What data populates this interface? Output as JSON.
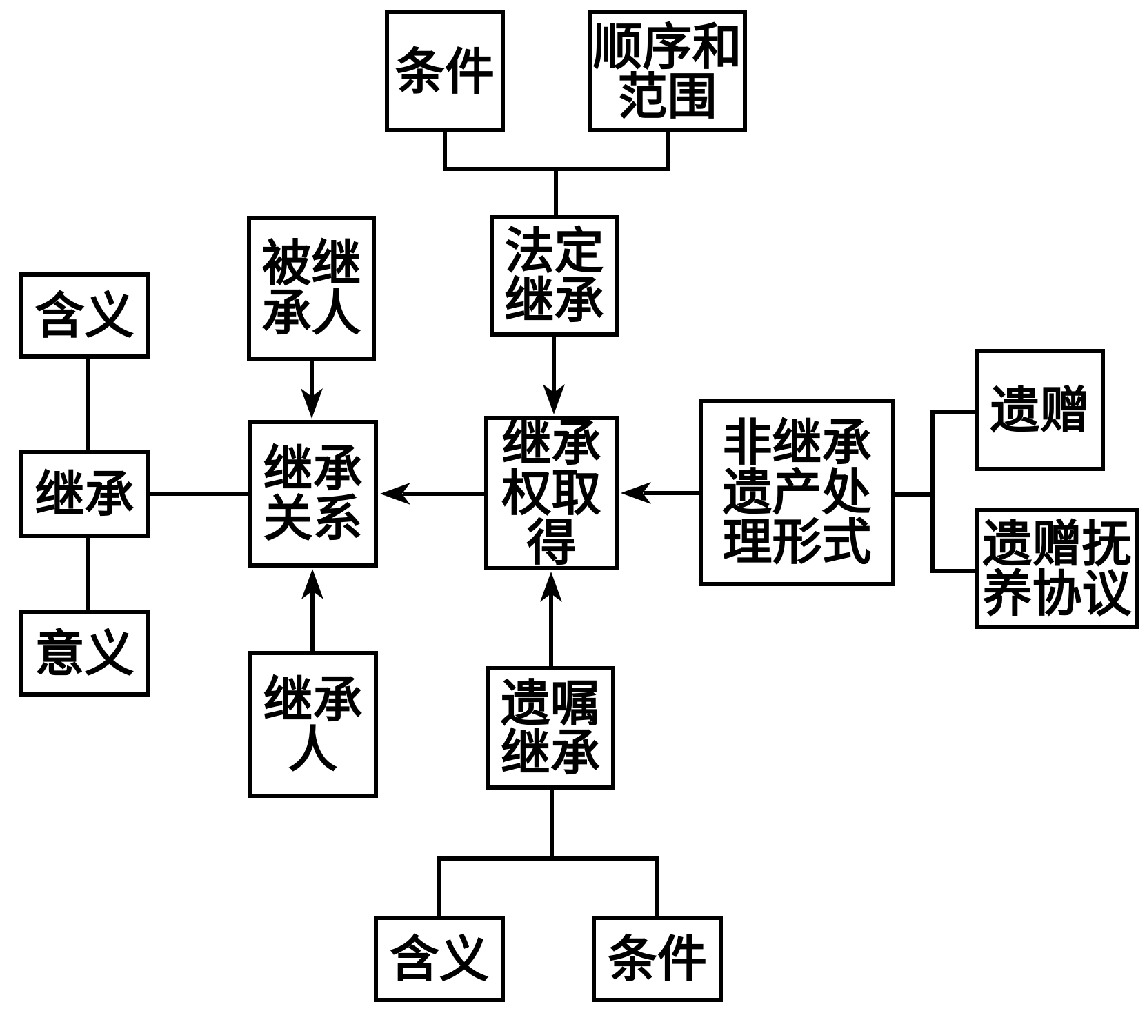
{
  "diagram": {
    "colors": {
      "line": "#000000",
      "background": "#ffffff",
      "text": "#000000"
    },
    "nodes": {
      "condition_top": {
        "label": "条件"
      },
      "order_scope": {
        "label": "顺序和范围"
      },
      "statutory_succession": {
        "label": "法定继承"
      },
      "meaning_left": {
        "label": "含义"
      },
      "decedent": {
        "label": "被继承人"
      },
      "succession": {
        "label": "继承"
      },
      "succession_relationship": {
        "label": "继承关系"
      },
      "succession_right_acquisition": {
        "label": "继承权取得"
      },
      "non_succession_estate_disposal": {
        "label": "非继承遗产处理形式"
      },
      "bequest": {
        "label": "遗赠"
      },
      "bequest_support_agreement": {
        "label": "遗赠抚养协议"
      },
      "significance_left": {
        "label": "意义"
      },
      "heir": {
        "label": "继承人"
      },
      "testamentary_succession": {
        "label": "遗嘱继承"
      },
      "meaning_bottom": {
        "label": "含义"
      },
      "condition_bottom": {
        "label": "条件"
      }
    }
  }
}
